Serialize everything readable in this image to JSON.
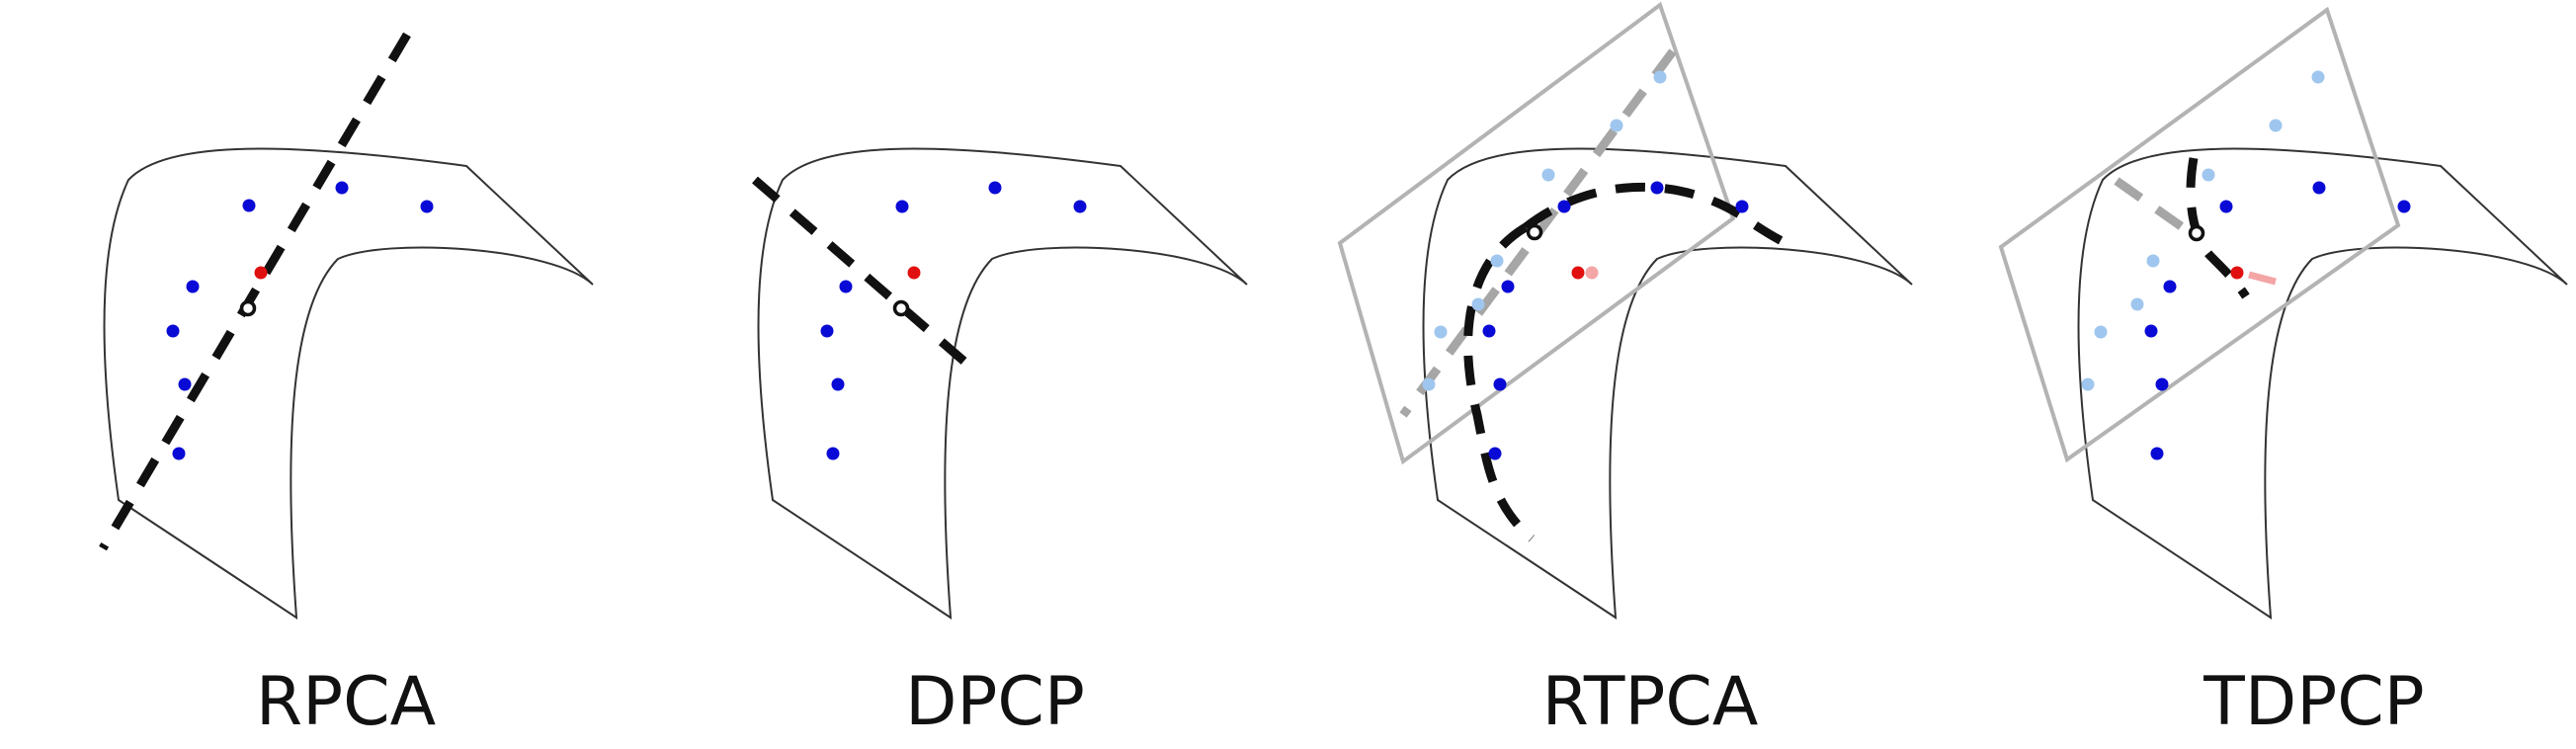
{
  "panels": [
    {
      "id": "rpca",
      "label": "RPCA"
    },
    {
      "id": "dpcp",
      "label": "DPCP"
    },
    {
      "id": "rtpca",
      "label": "RTPCA"
    },
    {
      "id": "tdpcp",
      "label": "TDPCP"
    }
  ],
  "colors": {
    "inlier": "#0a0ad6",
    "outlier": "#e01010",
    "projected_inlier": "#9fc6ee",
    "projected_outlier": "#f4a5a5",
    "estimate_line": "#111111",
    "tangent_line": "#a6a6a6",
    "tangent_plane": "#b3b3b3",
    "manifold_outline": "#333333"
  }
}
